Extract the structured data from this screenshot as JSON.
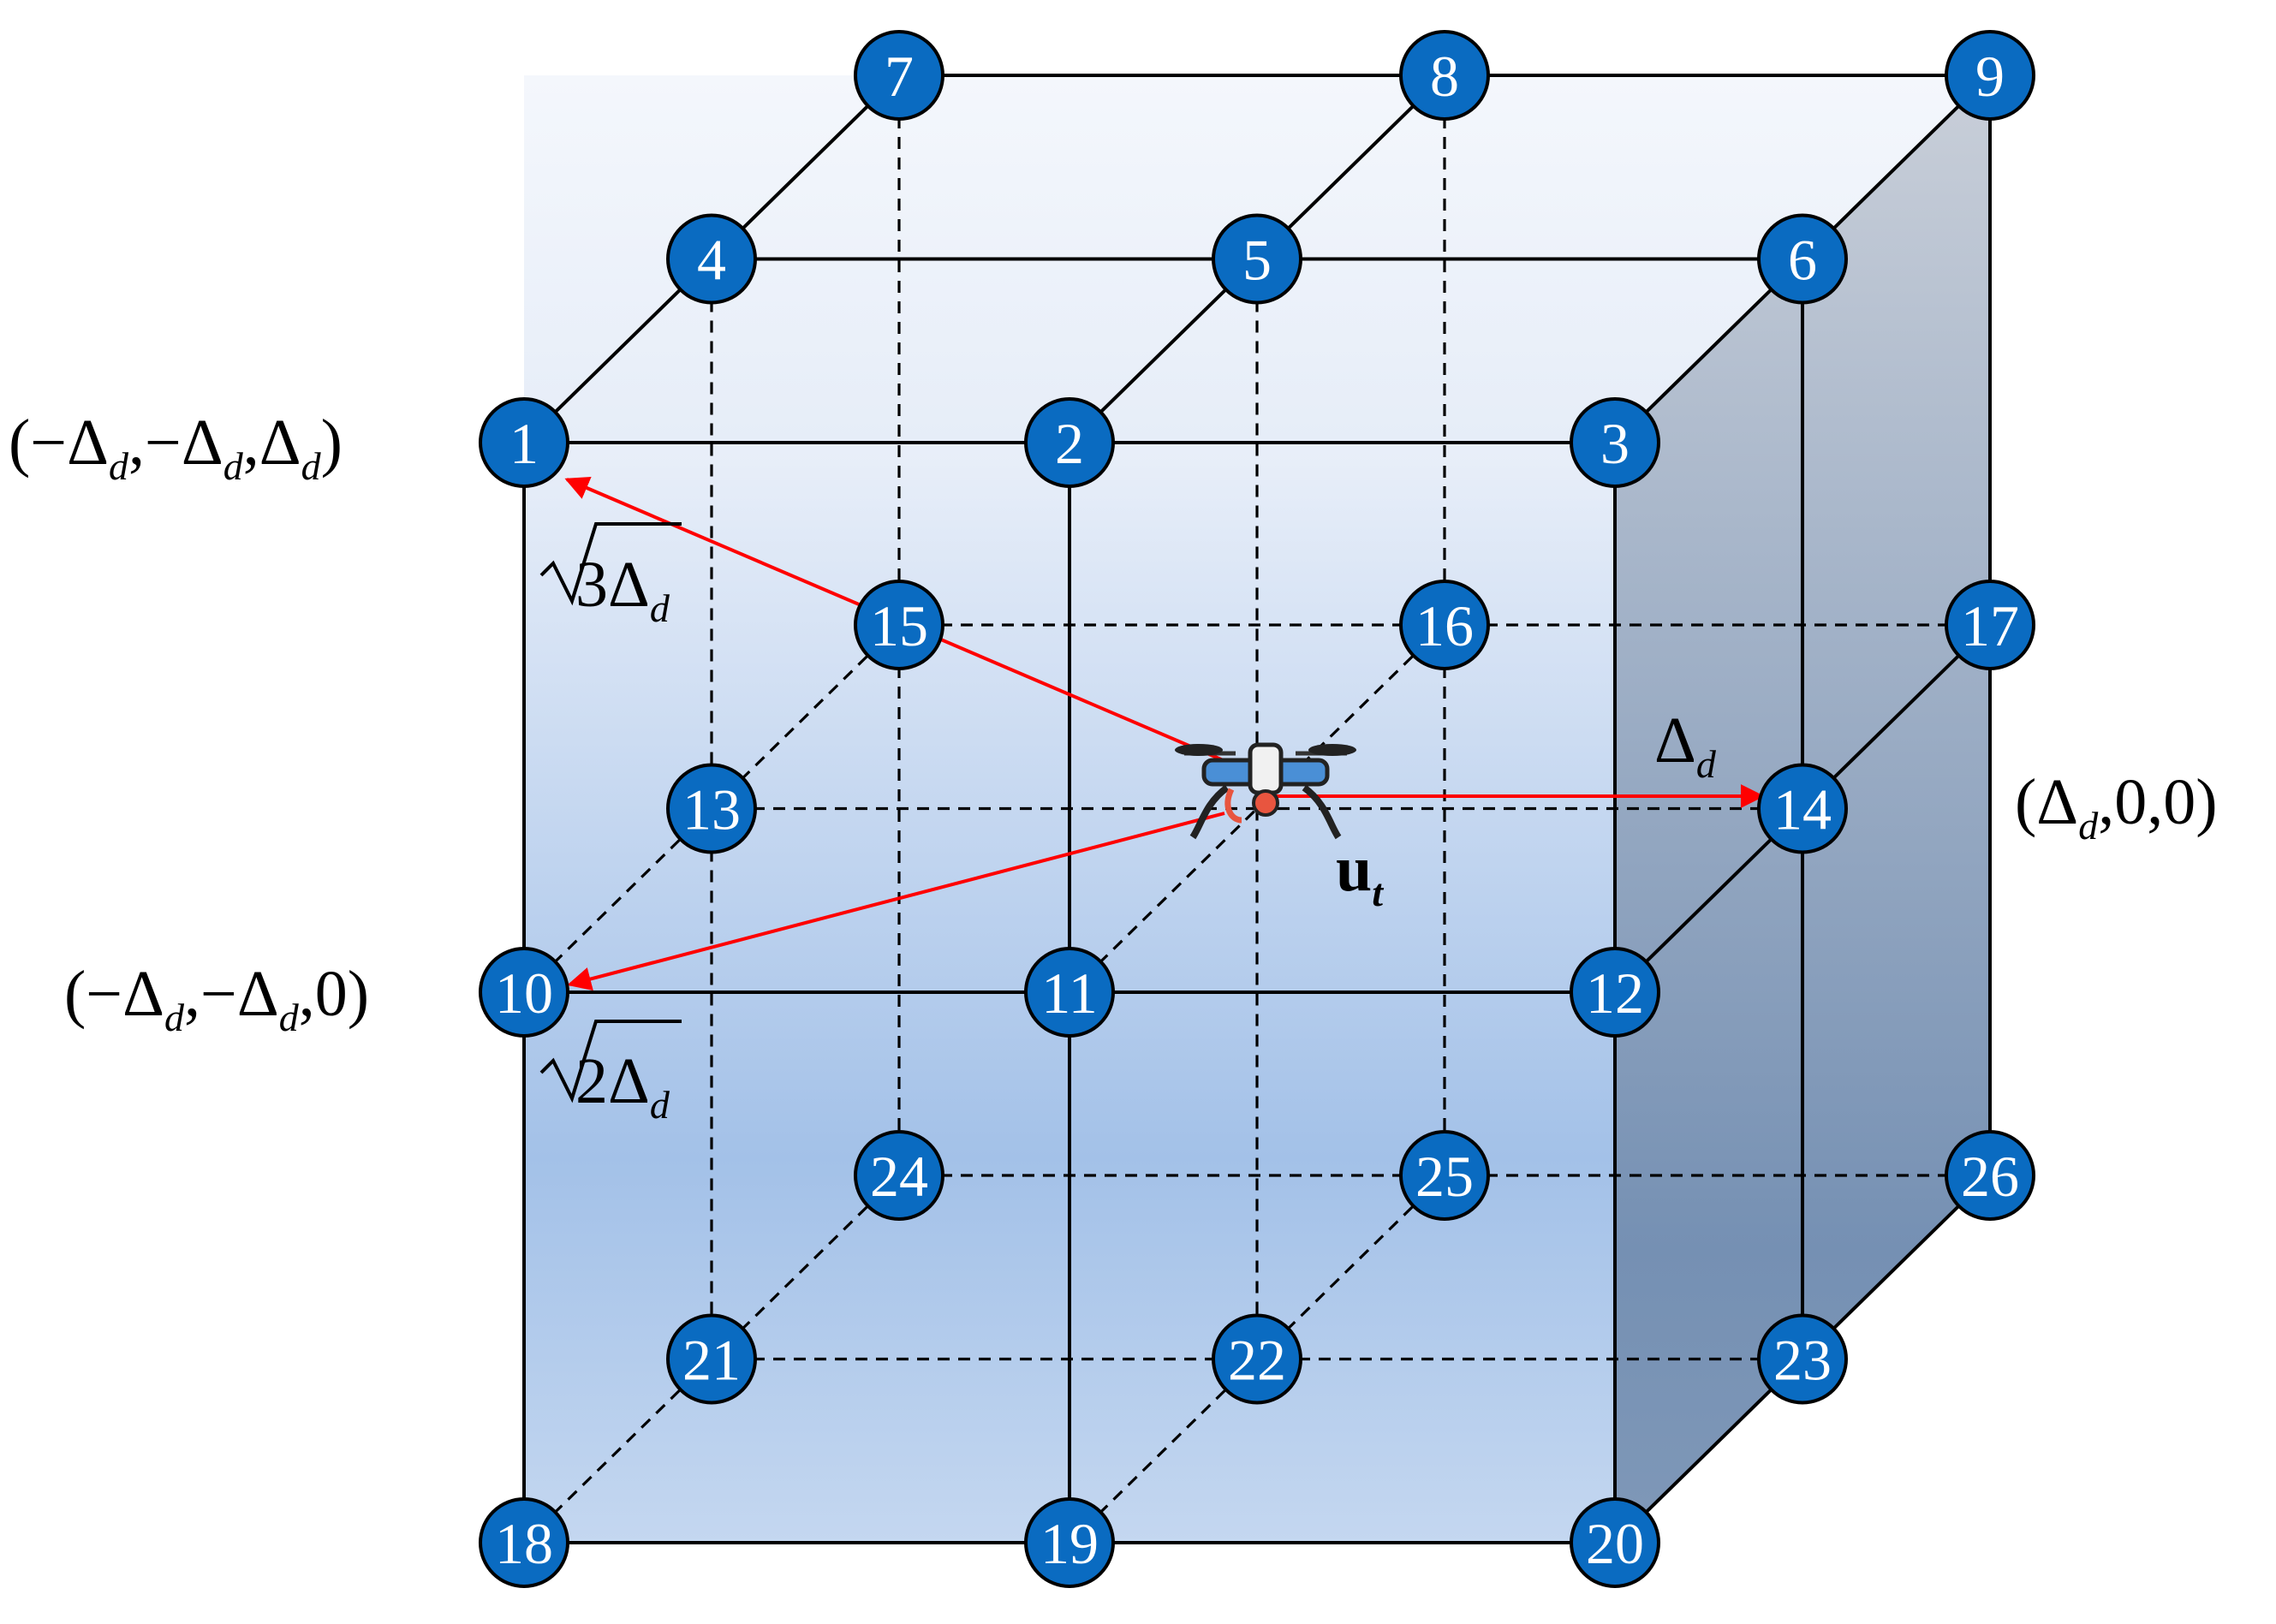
{
  "labels": {
    "coord_node1": [
      "(−Δ",
      "d",
      ",−Δ",
      "d",
      ",Δ",
      "d",
      ")"
    ],
    "coord_node10": [
      "(−Δ",
      "d",
      ",−Δ",
      "d",
      ",0)"
    ],
    "coord_node14": [
      "(Δ",
      "d",
      ",0,0)"
    ],
    "dist_diag3": [
      "3Δ",
      "d"
    ],
    "dist_diag2": [
      "2Δ",
      "d"
    ],
    "dist_axis": [
      "Δ",
      "d"
    ],
    "drone": [
      "u",
      "t"
    ]
  },
  "nodes": [
    "1",
    "2",
    "3",
    "4",
    "5",
    "6",
    "7",
    "8",
    "9",
    "10",
    "11",
    "12",
    "13",
    "14",
    "15",
    "16",
    "17",
    "18",
    "19",
    "20",
    "21",
    "22",
    "23",
    "24",
    "25",
    "26"
  ],
  "colors": {
    "node_fill": "#0a6bc1",
    "node_stroke": "#000000",
    "arrow": "#ff0000",
    "front_face_top": "#eaf0f9",
    "front_face_bottom": "#a3c1e8",
    "side_face_top": "#c5ccd6",
    "side_face_bottom": "#7590b3"
  },
  "icons": {
    "drone": "drone-icon"
  }
}
